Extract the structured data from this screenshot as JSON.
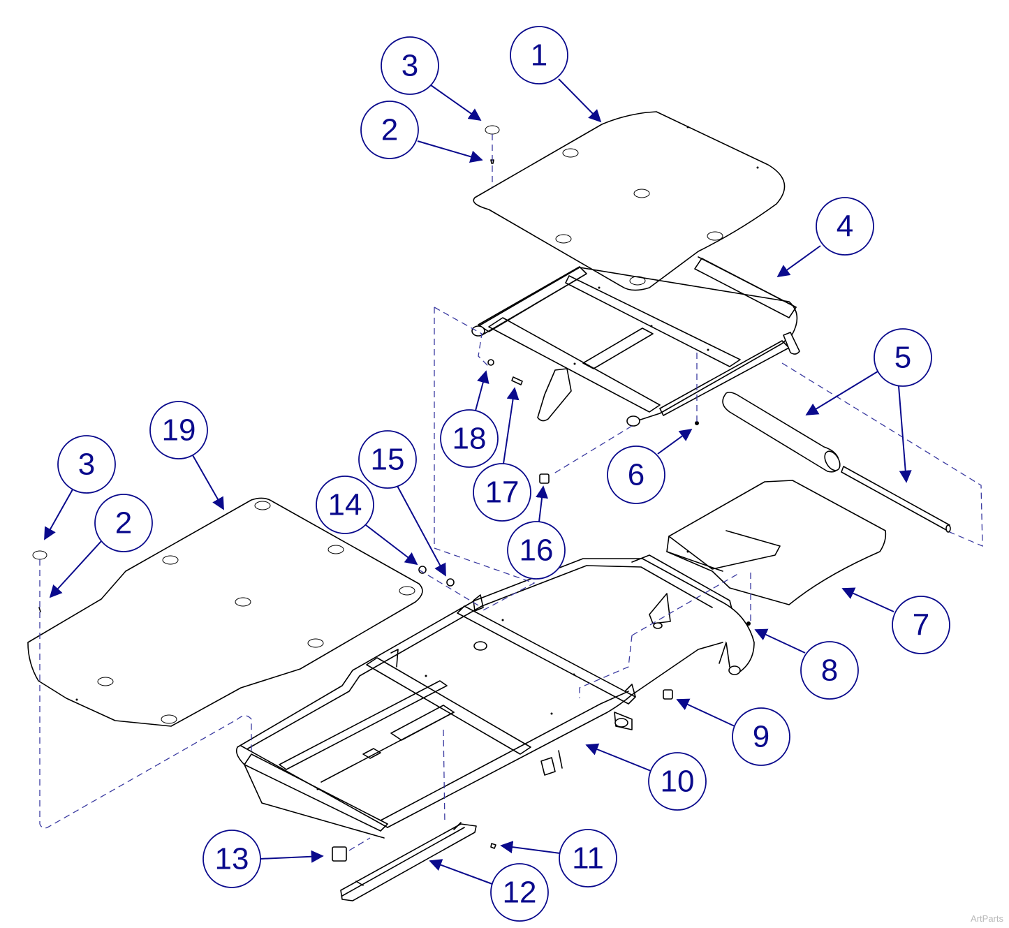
{
  "diagram": {
    "callouts": [
      {
        "label": "1"
      },
      {
        "label": "2"
      },
      {
        "label": "3"
      },
      {
        "label": "4"
      },
      {
        "label": "5"
      },
      {
        "label": "6"
      },
      {
        "label": "7"
      },
      {
        "label": "8"
      },
      {
        "label": "9"
      },
      {
        "label": "10"
      },
      {
        "label": "11"
      },
      {
        "label": "12"
      },
      {
        "label": "13"
      },
      {
        "label": "14"
      },
      {
        "label": "15"
      },
      {
        "label": "16"
      },
      {
        "label": "17"
      },
      {
        "label": "18"
      },
      {
        "label": "19"
      },
      {
        "label": "2"
      },
      {
        "label": "3"
      }
    ],
    "colors": {
      "callout": "#0a0a8c",
      "dashed_path": "#3a3aa0",
      "line": "#000000"
    }
  },
  "watermark": "ArtParts"
}
